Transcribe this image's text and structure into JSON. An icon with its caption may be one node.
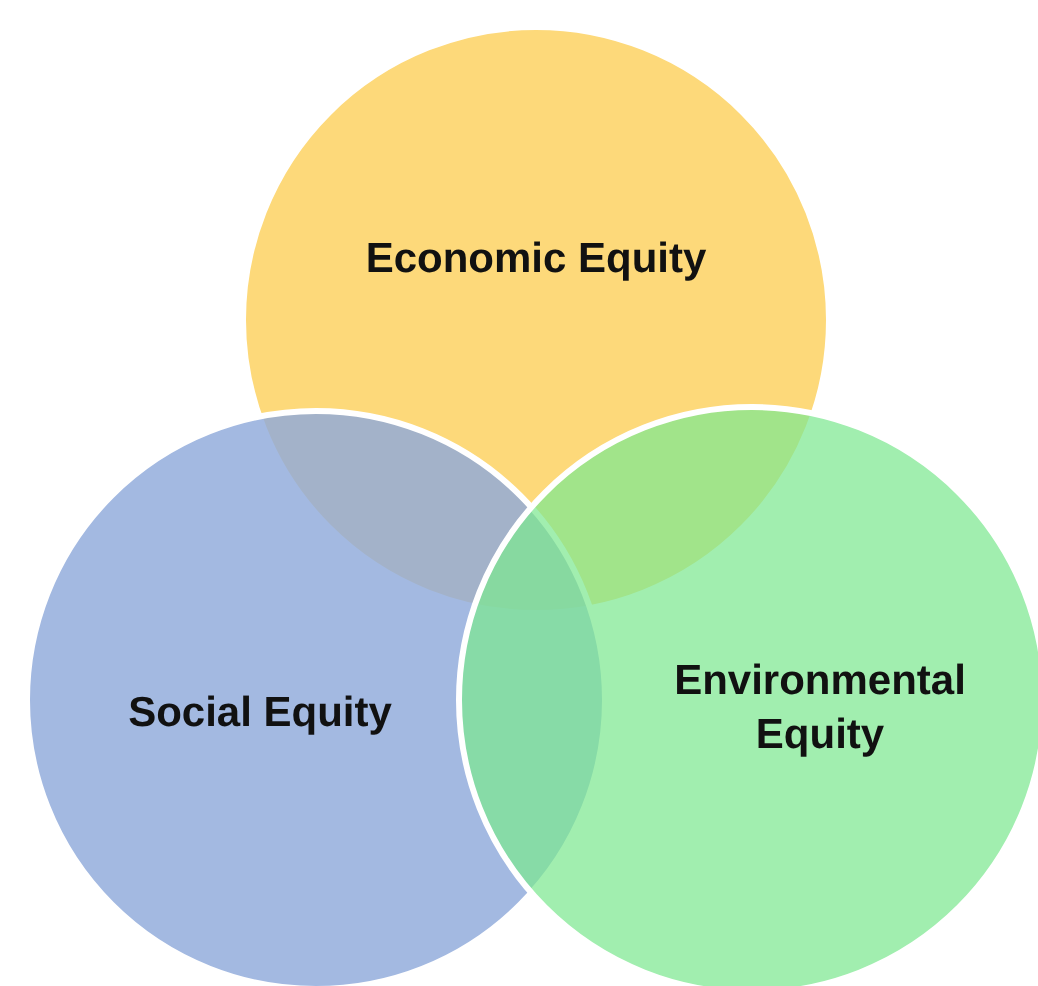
{
  "diagram": {
    "nodes": [
      {
        "text": [
          "Economic Equity"
        ]
      },
      {
        "text": [
          "Social Equity"
        ]
      },
      {
        "text": [
          "Environmental Equity"
        ]
      }
    ]
  }
}
